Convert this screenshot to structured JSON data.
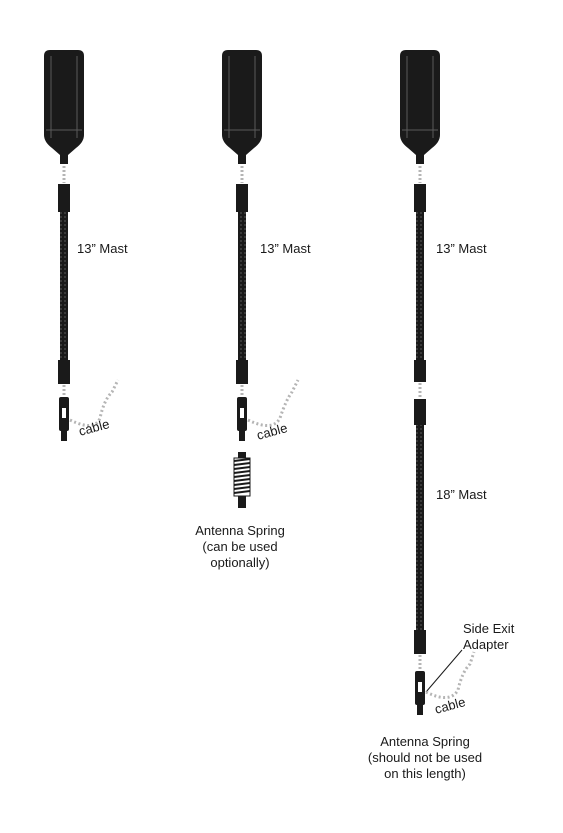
{
  "colors": {
    "ink": "#1a1a1a",
    "cable": "#b5b5b5",
    "background": "#ffffff"
  },
  "assemblies": [
    {
      "mast_label": "13” Mast",
      "cable_label": "cable"
    },
    {
      "mast_label": "13” Mast",
      "cable_label": "cable",
      "spring_label": [
        "Antenna Spring",
        "(can be  used",
        "optionally)"
      ]
    },
    {
      "mast_label": "13” Mast",
      "second_mast_label": "18” Mast",
      "adapter_label": [
        "Side Exit",
        "Adapter"
      ],
      "cable_label": "cable",
      "spring_label": [
        "Antenna Spring",
        "(should not be used",
        "on this length)"
      ]
    }
  ]
}
